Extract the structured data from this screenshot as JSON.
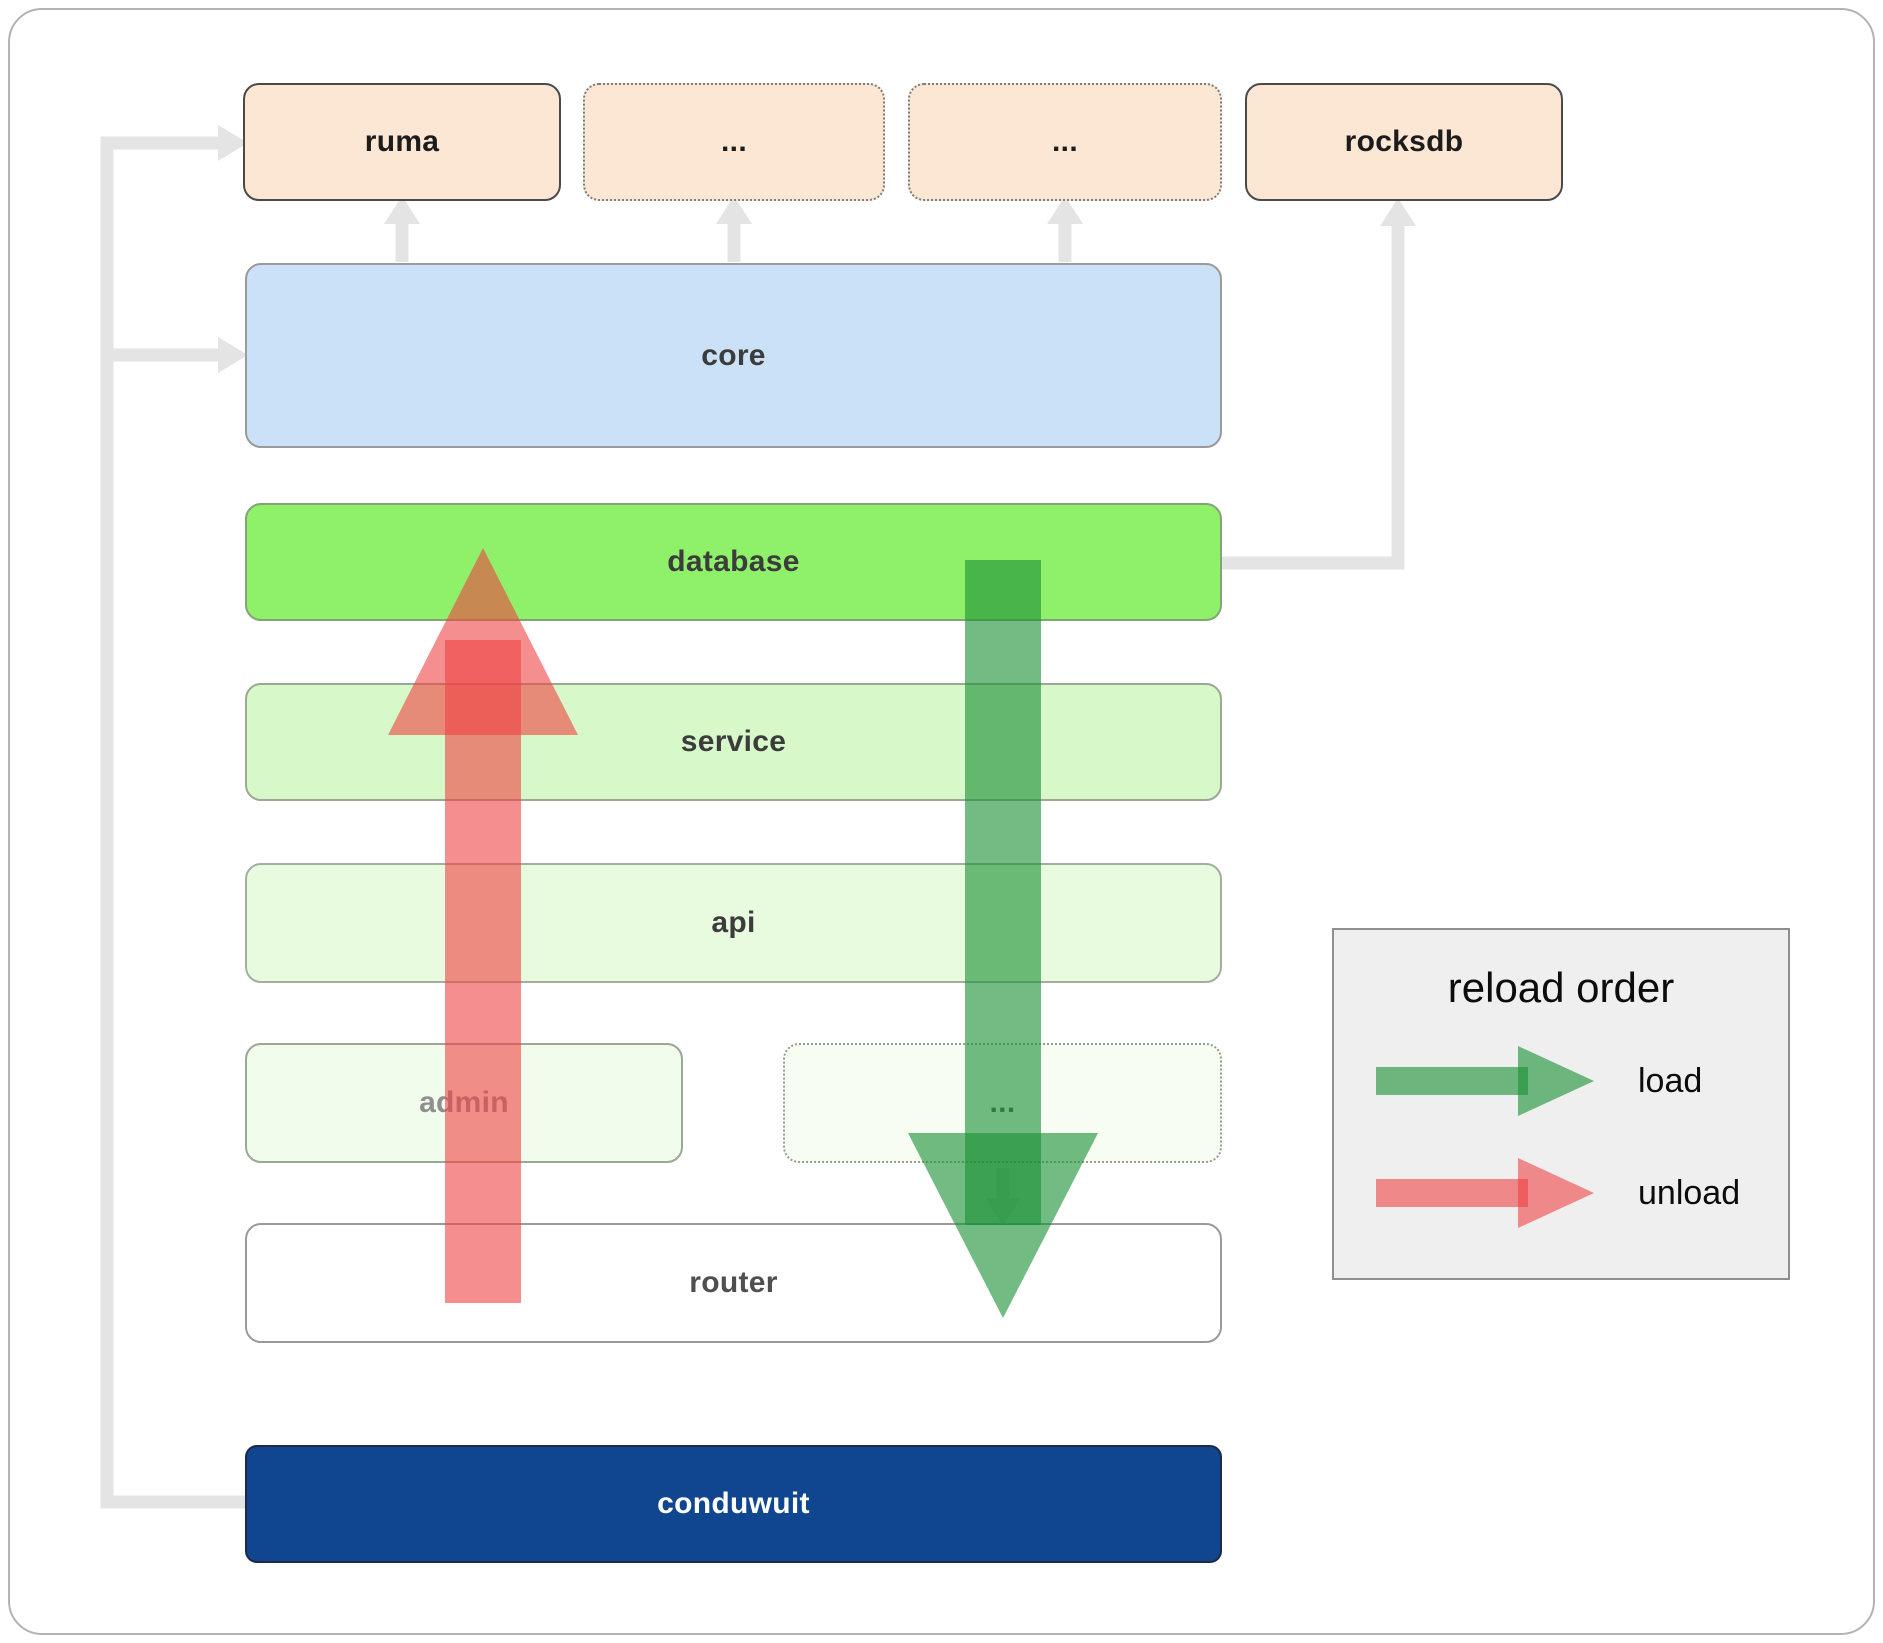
{
  "boxes": {
    "ruma": "ruma",
    "ellipsis1": "...",
    "ellipsis2": "...",
    "rocksdb": "rocksdb",
    "core": "core",
    "database": "database",
    "service": "service",
    "api": "api",
    "admin": "admin",
    "ellipsis3": "...",
    "router": "router",
    "conduwuit": "conduwuit"
  },
  "legend": {
    "title": "reload order",
    "load_label": "load",
    "unload_label": "unload"
  },
  "colors": {
    "dependency_box": "#fce6d4",
    "core_box": "#cbe1f7",
    "database_box": "#8ff06a",
    "service_box": "#d7f8c9",
    "api_box": "#e9fbdf",
    "admin_box": "#f2fcec",
    "router_box": "#ffffff",
    "app_box": "#10458f",
    "load_arrow": "#1c9136",
    "unload_arrow": "#ee4343",
    "connector": "#e4e4e4"
  }
}
